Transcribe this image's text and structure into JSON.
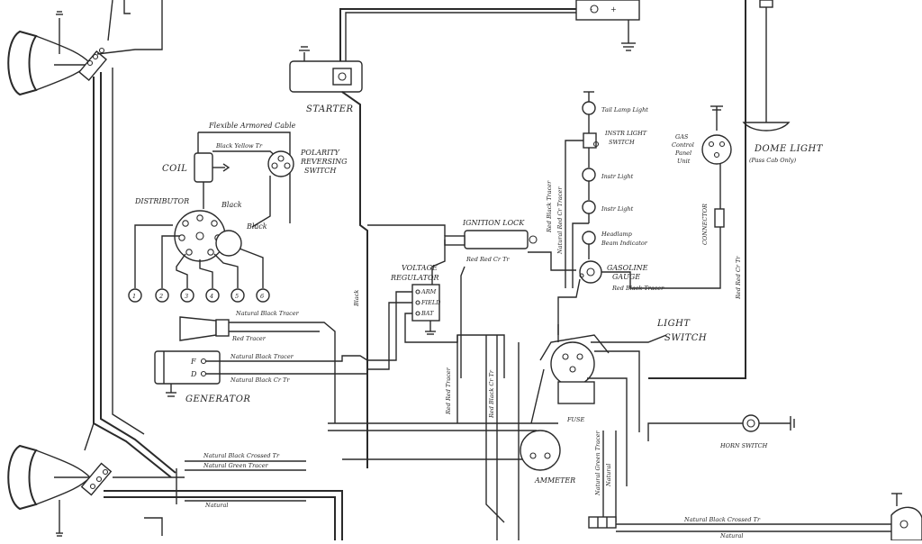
{
  "labels": {
    "starter": "STARTER",
    "flexible_armored_cable": "Flexible Armored Cable",
    "black_yellow_tr": "Black Yellow Tr",
    "coil": "COIL",
    "polarity_reversing_switch_1": "POLARITY",
    "polarity_reversing_switch_2": "REVERSING",
    "polarity_reversing_switch_3": "SWITCH",
    "distributor": "DISTRIBUTOR",
    "black": "Black",
    "black2": "Black",
    "ignition_lock": "IGNITION LOCK",
    "red_red_tr": "Red Red Cr Tr",
    "voltage_regulator_1": "VOLTAGE",
    "voltage_regulator_2": "REGULATOR",
    "arm": "ARM",
    "field": "FIELD",
    "bat": "BAT",
    "natural_black_tracer": "Natural Black Tracer",
    "red_tracer": "Red Tracer",
    "natural_black_tracer2": "Natural Black Tracer",
    "natural_black_cr_tr": "Natural Black Cr Tr",
    "generator": "GENERATOR",
    "f": "F",
    "d": "D",
    "tail_lamp_light": "Tail Lamp Light",
    "instr_light_switch_1": "INSTR LIGHT",
    "instr_light_switch_2": "SWITCH",
    "instr_light": "Instr Light",
    "instr_light2": "Instr Light",
    "headlamp_beam_indicator_1": "Headlamp",
    "headlamp_beam_indicator_2": "Beam Indicator",
    "gasoline_gauge_1": "GASOLINE",
    "gasoline_gauge_2": "GAUGE",
    "red_black_tracer": "Red Black Tracer",
    "gas_control_panel_1": "GAS",
    "gas_control_panel_2": "Control",
    "gas_control_panel_3": "Panel",
    "gas_control_panel_4": "Unit",
    "connector": "CONNECTOR",
    "dome_light": "DOME LIGHT",
    "dome_light_note": "(Pass Cab Only)",
    "light_switch_1": "LIGHT",
    "light_switch_2": "SWITCH",
    "fuse": "FUSE",
    "horn_switch": "HORN SWITCH",
    "ammeter": "AMMETER",
    "natural_black_crossed_tr": "Natural Black Crossed Tr",
    "natural_green_tracer": "Natural Green Tracer",
    "natural": "Natural",
    "natural_black_crossed_tr2": "Natural Black Crossed Tr",
    "natural2": "Natural",
    "vert_red_red_tr": "Red Red Cr Tr",
    "vert_black": "Black",
    "vert_red_tracer": "Red Red Tracer",
    "vert_red_black": "Red Black Cr Tr",
    "vert_natural": "Natural Green Tracer",
    "vert_natural2": "Natural",
    "vert_red_tracer2": "Red Black Tracer",
    "vert_natural3": "Natural Red Cr Tracer"
  },
  "distributor_terminals": [
    "1",
    "2",
    "3",
    "4",
    "5",
    "6"
  ],
  "battery_terminals": [
    "-",
    "+"
  ]
}
